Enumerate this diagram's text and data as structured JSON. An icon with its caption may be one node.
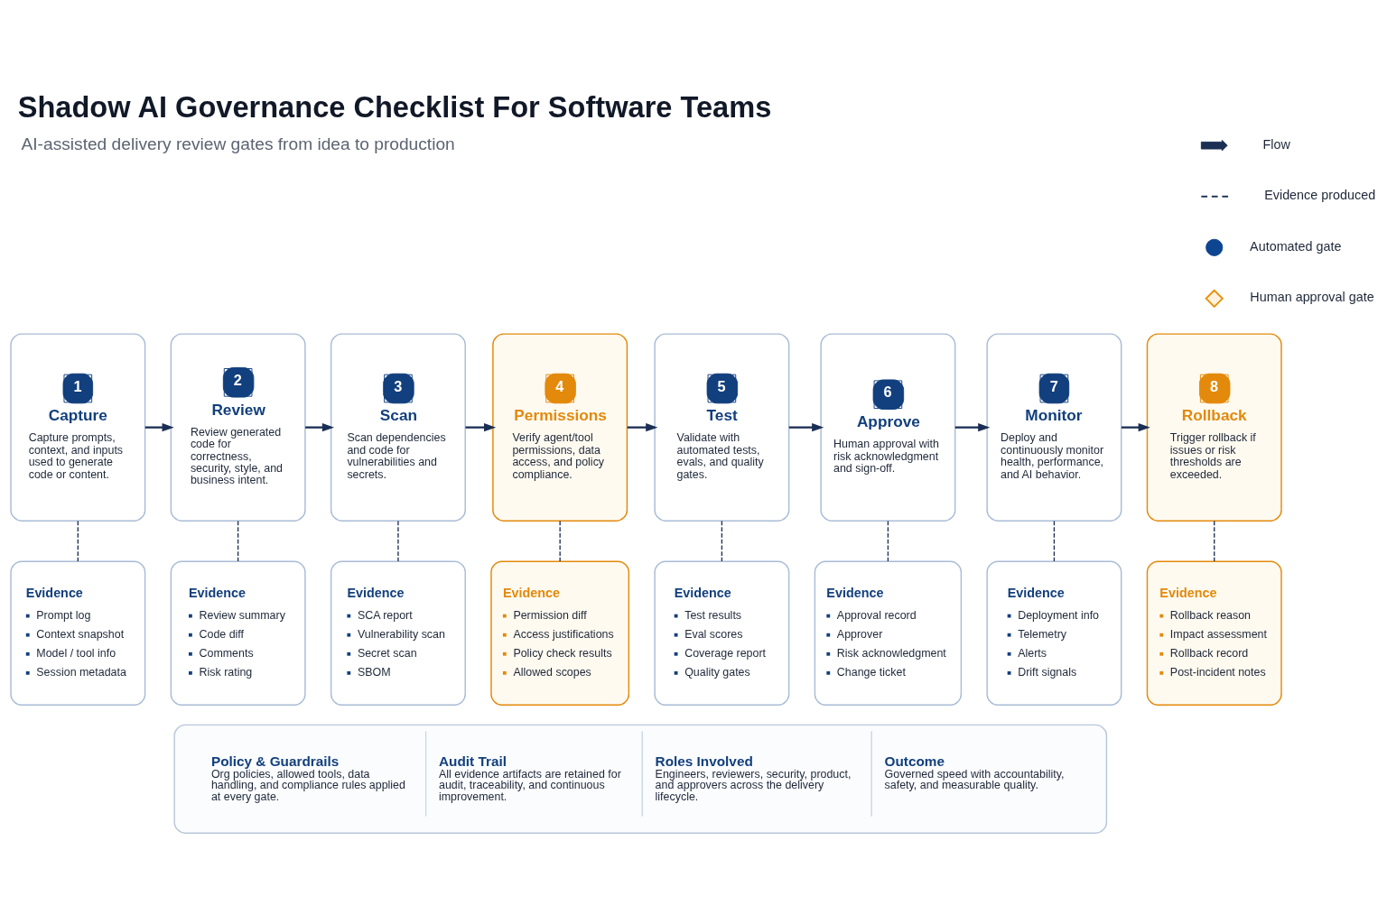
{
  "diagram": {
    "title": "Shadow AI Governance Checklist For Software Teams",
    "nodes": [
      {
        "text": [
          "1",
          "Capture",
          "Capture prompts, context, and inputs used to generate code or content."
        ]
      },
      {
        "text": [
          "2",
          "Review",
          "Review generated code for correctness, security, style, and business intent."
        ]
      },
      {
        "text": [
          "3",
          "Scan",
          "Scan dependencies and code for vulnerabilities and secrets."
        ]
      },
      {
        "text": [
          "4",
          "Permissions",
          "Verify agent/tool permissions, data access, and policy compliance."
        ]
      },
      {
        "text": [
          "5",
          "Test",
          "Validate with automated tests, evals, and quality gates."
        ]
      },
      {
        "text": [
          "6",
          "Approve",
          "Human approval with risk acknowledgment and sign-off."
        ]
      },
      {
        "text": [
          "7",
          "Monitor",
          "Deploy and continuously monitor health, performance, and AI behavior."
        ]
      },
      {
        "text": [
          "8",
          "Rollback",
          "Trigger rollback if issues or risk thresholds are exceeded."
        ]
      },
      {
        "text": [
          "Evidence",
          "Prompt log",
          "Context snapshot",
          "Model / tool info",
          "Session metadata"
        ]
      },
      {
        "text": [
          "Evidence",
          "Review summary",
          "Code diff",
          "Comments",
          "Risk rating"
        ]
      },
      {
        "text": [
          "Evidence",
          "SCA report",
          "Vulnerability scan",
          "Secret scan",
          "SBOM"
        ]
      },
      {
        "text": [
          "Evidence",
          "Permission diff",
          "Access justifications",
          "Policy check results",
          "Allowed scopes"
        ]
      },
      {
        "text": [
          "Evidence",
          "Test results",
          "Eval scores",
          "Coverage report",
          "Quality gates"
        ]
      },
      {
        "text": [
          "Evidence",
          "Approval record",
          "Approver",
          "Risk acknowledgment",
          "Change ticket"
        ]
      },
      {
        "text": [
          "Evidence",
          "Deployment info",
          "Telemetry",
          "Alerts",
          "Drift signals"
        ]
      },
      {
        "text": [
          "Evidence",
          "Rollback reason",
          "Impact assessment",
          "Rollback record",
          "Post-incident notes"
        ]
      },
      {
        "text": [
          "Policy & Guardrails",
          "Org policies, allowed tools, data handling, and compliance rules applied at every gate.",
          "Audit Trail",
          "All evidence artifacts are retained for audit, traceability, and continuous improvement.",
          "Roles Involved",
          "Engineers, reviewers, security, product, and approvers across the delivery lifecycle.",
          "Outcome",
          "Governed speed with accountability, safety, and measurable quality."
        ]
      }
    ],
    "edges": [
      {
        "from": 0,
        "to": 1,
        "arrow": "to"
      },
      {
        "from": 1,
        "to": 2,
        "arrow": "to"
      },
      {
        "from": 2,
        "to": 3,
        "arrow": "to"
      },
      {
        "from": 3,
        "to": 4,
        "arrow": "to"
      },
      {
        "from": 4,
        "to": 5,
        "arrow": "to"
      },
      {
        "from": 5,
        "to": 6,
        "arrow": "to"
      },
      {
        "from": 6,
        "to": 7,
        "arrow": "to"
      },
      {
        "from": 0,
        "to": 8,
        "arrow": "none",
        "style": "dashed"
      },
      {
        "from": 1,
        "to": 9,
        "arrow": "none",
        "style": "dashed"
      },
      {
        "from": 2,
        "to": 10,
        "arrow": "none",
        "style": "dashed"
      },
      {
        "from": 3,
        "to": 11,
        "arrow": "none",
        "style": "dashed"
      },
      {
        "from": 4,
        "to": 12,
        "arrow": "none",
        "style": "dashed"
      },
      {
        "from": 5,
        "to": 13,
        "arrow": "none",
        "style": "dashed"
      },
      {
        "from": 6,
        "to": 14,
        "arrow": "none",
        "style": "dashed"
      },
      {
        "from": 7,
        "to": 15,
        "arrow": "none",
        "style": "dashed"
      }
    ],
    "labels": [
      "AI-assisted delivery review gates from idea to production"
    ],
    "legend": [
      {
        "text": "Flow"
      },
      {
        "text": "Evidence produced"
      },
      {
        "text": "Automated gate",
        "color": "#0e4592"
      },
      {
        "text": "Human approval gate",
        "color": "#e8910c"
      }
    ]
  }
}
